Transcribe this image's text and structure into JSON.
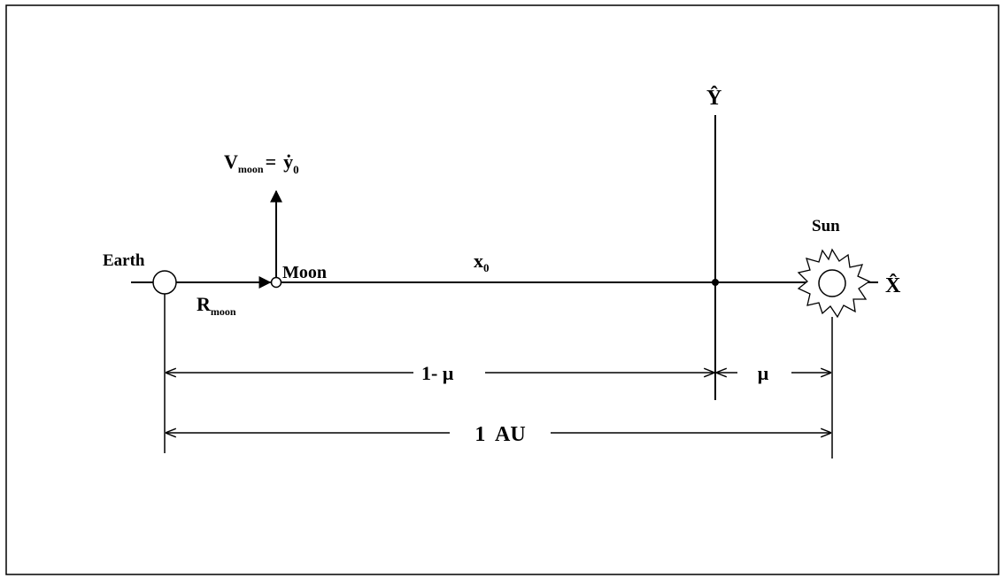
{
  "labels": {
    "earth": "Earth",
    "moon": "Moon",
    "sun": "Sun",
    "r_moon_main": "R",
    "r_moon_sub": "moon",
    "v_moon_main": "V",
    "v_moon_sub": "moon",
    "v_moon_eq": "=",
    "v_moon_rhs": "ẏ",
    "v_moon_rhs_sub": "0",
    "x0_main": "x",
    "x0_sub": "0",
    "axis_x": "X̂",
    "axis_y": "Ŷ",
    "dim_one_minus_mu": "1- μ",
    "dim_mu": "μ",
    "dim_au": "1  AU"
  },
  "colors": {
    "ink": "#000000",
    "background": "#ffffff"
  }
}
